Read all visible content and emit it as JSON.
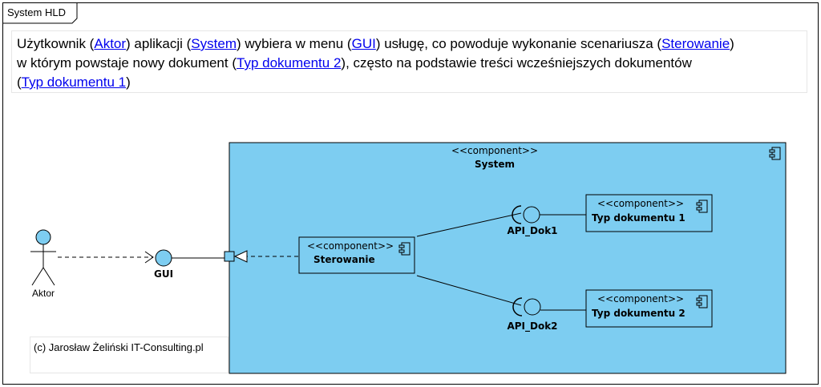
{
  "frame": {
    "title": "System HLD"
  },
  "note": {
    "t1": "Użytkownik (",
    "l1": "Aktor",
    "t2": ") aplikacji (",
    "l2": "System",
    "t3": ") wybiera w menu (",
    "l3": "GUI",
    "t4": ") usługę, co powoduje wykonanie scenariusza (",
    "l4": "Sterowanie",
    "t5": ")",
    "t6": "w którym powstaje nowy dokument (",
    "l5": "Typ dokumentu 2",
    "t7": "), często na podstawie treści wcześniejszych dokumentów",
    "t8": "(",
    "l6": "Typ dokumentu 1",
    "t9": ")"
  },
  "copyright": "(c) Jarosław Żeliński IT-Consulting.pl",
  "actor": {
    "label": "Aktor"
  },
  "gui": {
    "label": "GUI"
  },
  "system": {
    "stereotype": "<<component>>",
    "name": "System"
  },
  "sterowanie": {
    "stereotype": "<<component>>",
    "name": "Sterowanie"
  },
  "typ1": {
    "stereotype": "<<component>>",
    "name": "Typ dokumentu 1"
  },
  "typ2": {
    "stereotype": "<<component>>",
    "name": "Typ dokumentu 2"
  },
  "api1": {
    "label": "API_Dok1"
  },
  "api2": {
    "label": "API_Dok2"
  },
  "colors": {
    "component_fill": "#7dcdf1",
    "link": "#0000ee"
  }
}
